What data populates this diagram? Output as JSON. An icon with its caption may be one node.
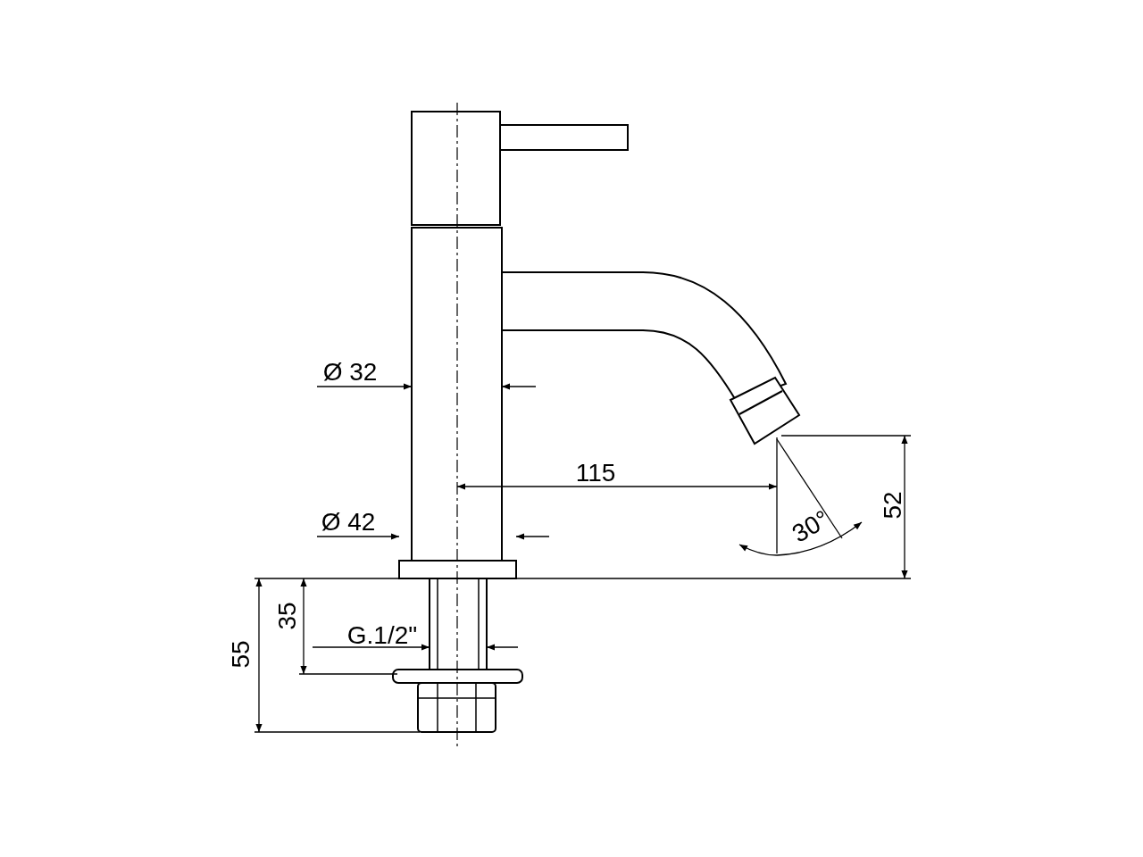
{
  "diagram": {
    "labels": [
      "Ø 32",
      "115",
      "Ø 42",
      "30°",
      "52",
      "35",
      "G.1/2\"",
      "55"
    ]
  }
}
